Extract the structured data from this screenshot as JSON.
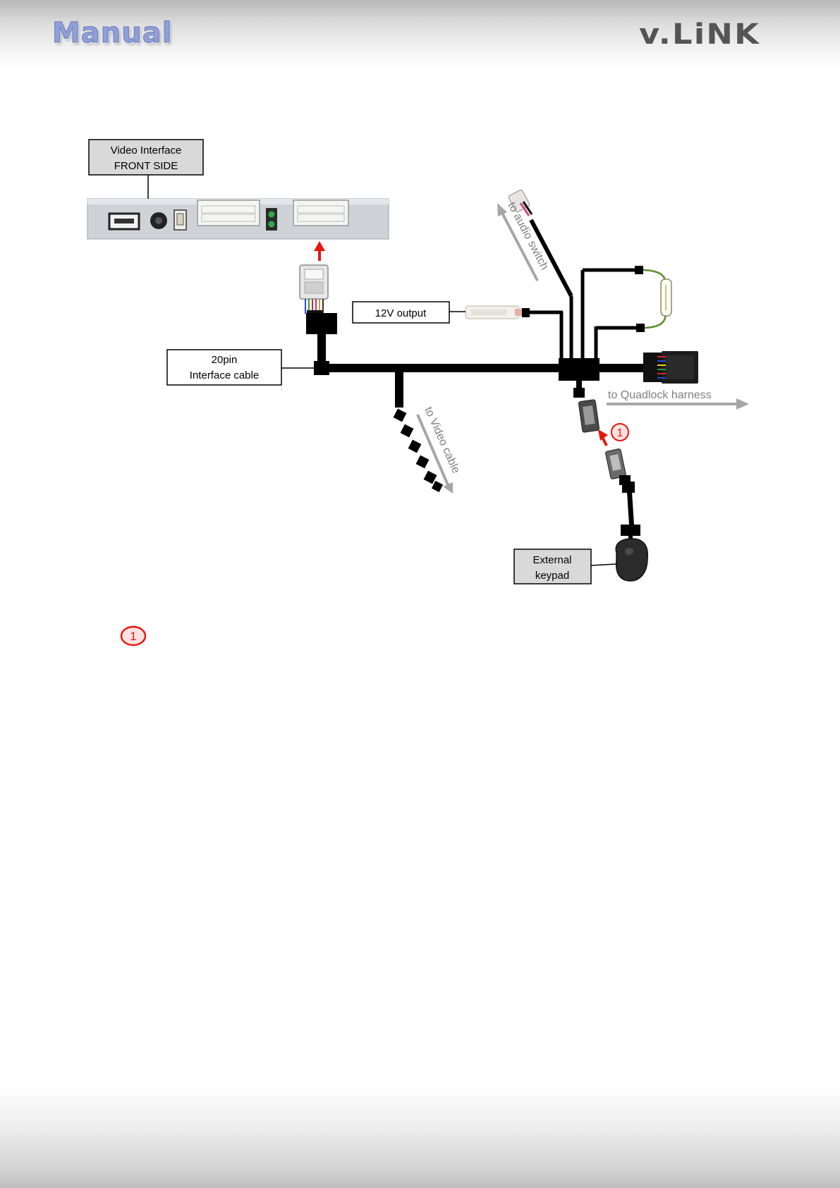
{
  "header": {
    "manual_logo": "Manual",
    "brand_logo": "v.LiNK"
  },
  "diagram": {
    "labels": {
      "video_interface_line1": "Video Interface",
      "video_interface_line2": "FRONT SIDE",
      "output_12v": "12V output",
      "interface_cable_line1": "20pin",
      "interface_cable_line2": "Interface cable",
      "keypad_line1": "External",
      "keypad_line2": "keypad"
    },
    "arrows": {
      "audio_switch": "to audio switch",
      "video_cable": "to Video cable",
      "quadlock": "to Quadlock  harness"
    },
    "step_marker": "1"
  },
  "legend": {
    "marker": "1"
  },
  "colors": {
    "cable": "#000000",
    "arrow_gray": "#a6a6a6",
    "red_arrow": "#e8170e",
    "label_fill": "#d9d9d9",
    "fuse_wire": "#5b8c2a",
    "marker_fill": "#fde2e2"
  }
}
